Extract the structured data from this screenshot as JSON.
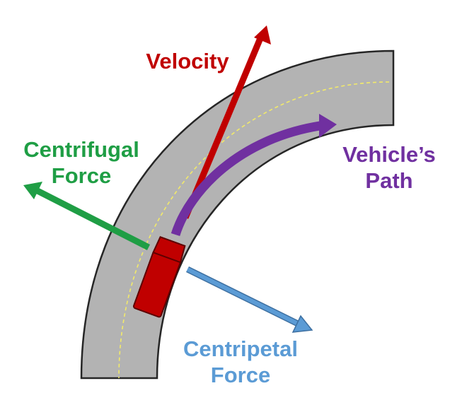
{
  "colors": {
    "road": "#b3b3b3",
    "road_edge": "#262626",
    "center_line": "#f2ea6a",
    "velocity": "#c00000",
    "centrifugal": "#1f9e45",
    "vehicle_path": "#7030a0",
    "centripetal": "#5b9bd5",
    "car": "#c00000",
    "car_outline": "#5e0000"
  },
  "labels": {
    "velocity": "Velocity",
    "centrifugal_line1": "Centrifugal",
    "centrifugal_line2": "Force",
    "path_line1": "Vehicle’s",
    "path_line2": "Path",
    "centripetal_line1": "Centripetal",
    "centripetal_line2": "Force"
  }
}
